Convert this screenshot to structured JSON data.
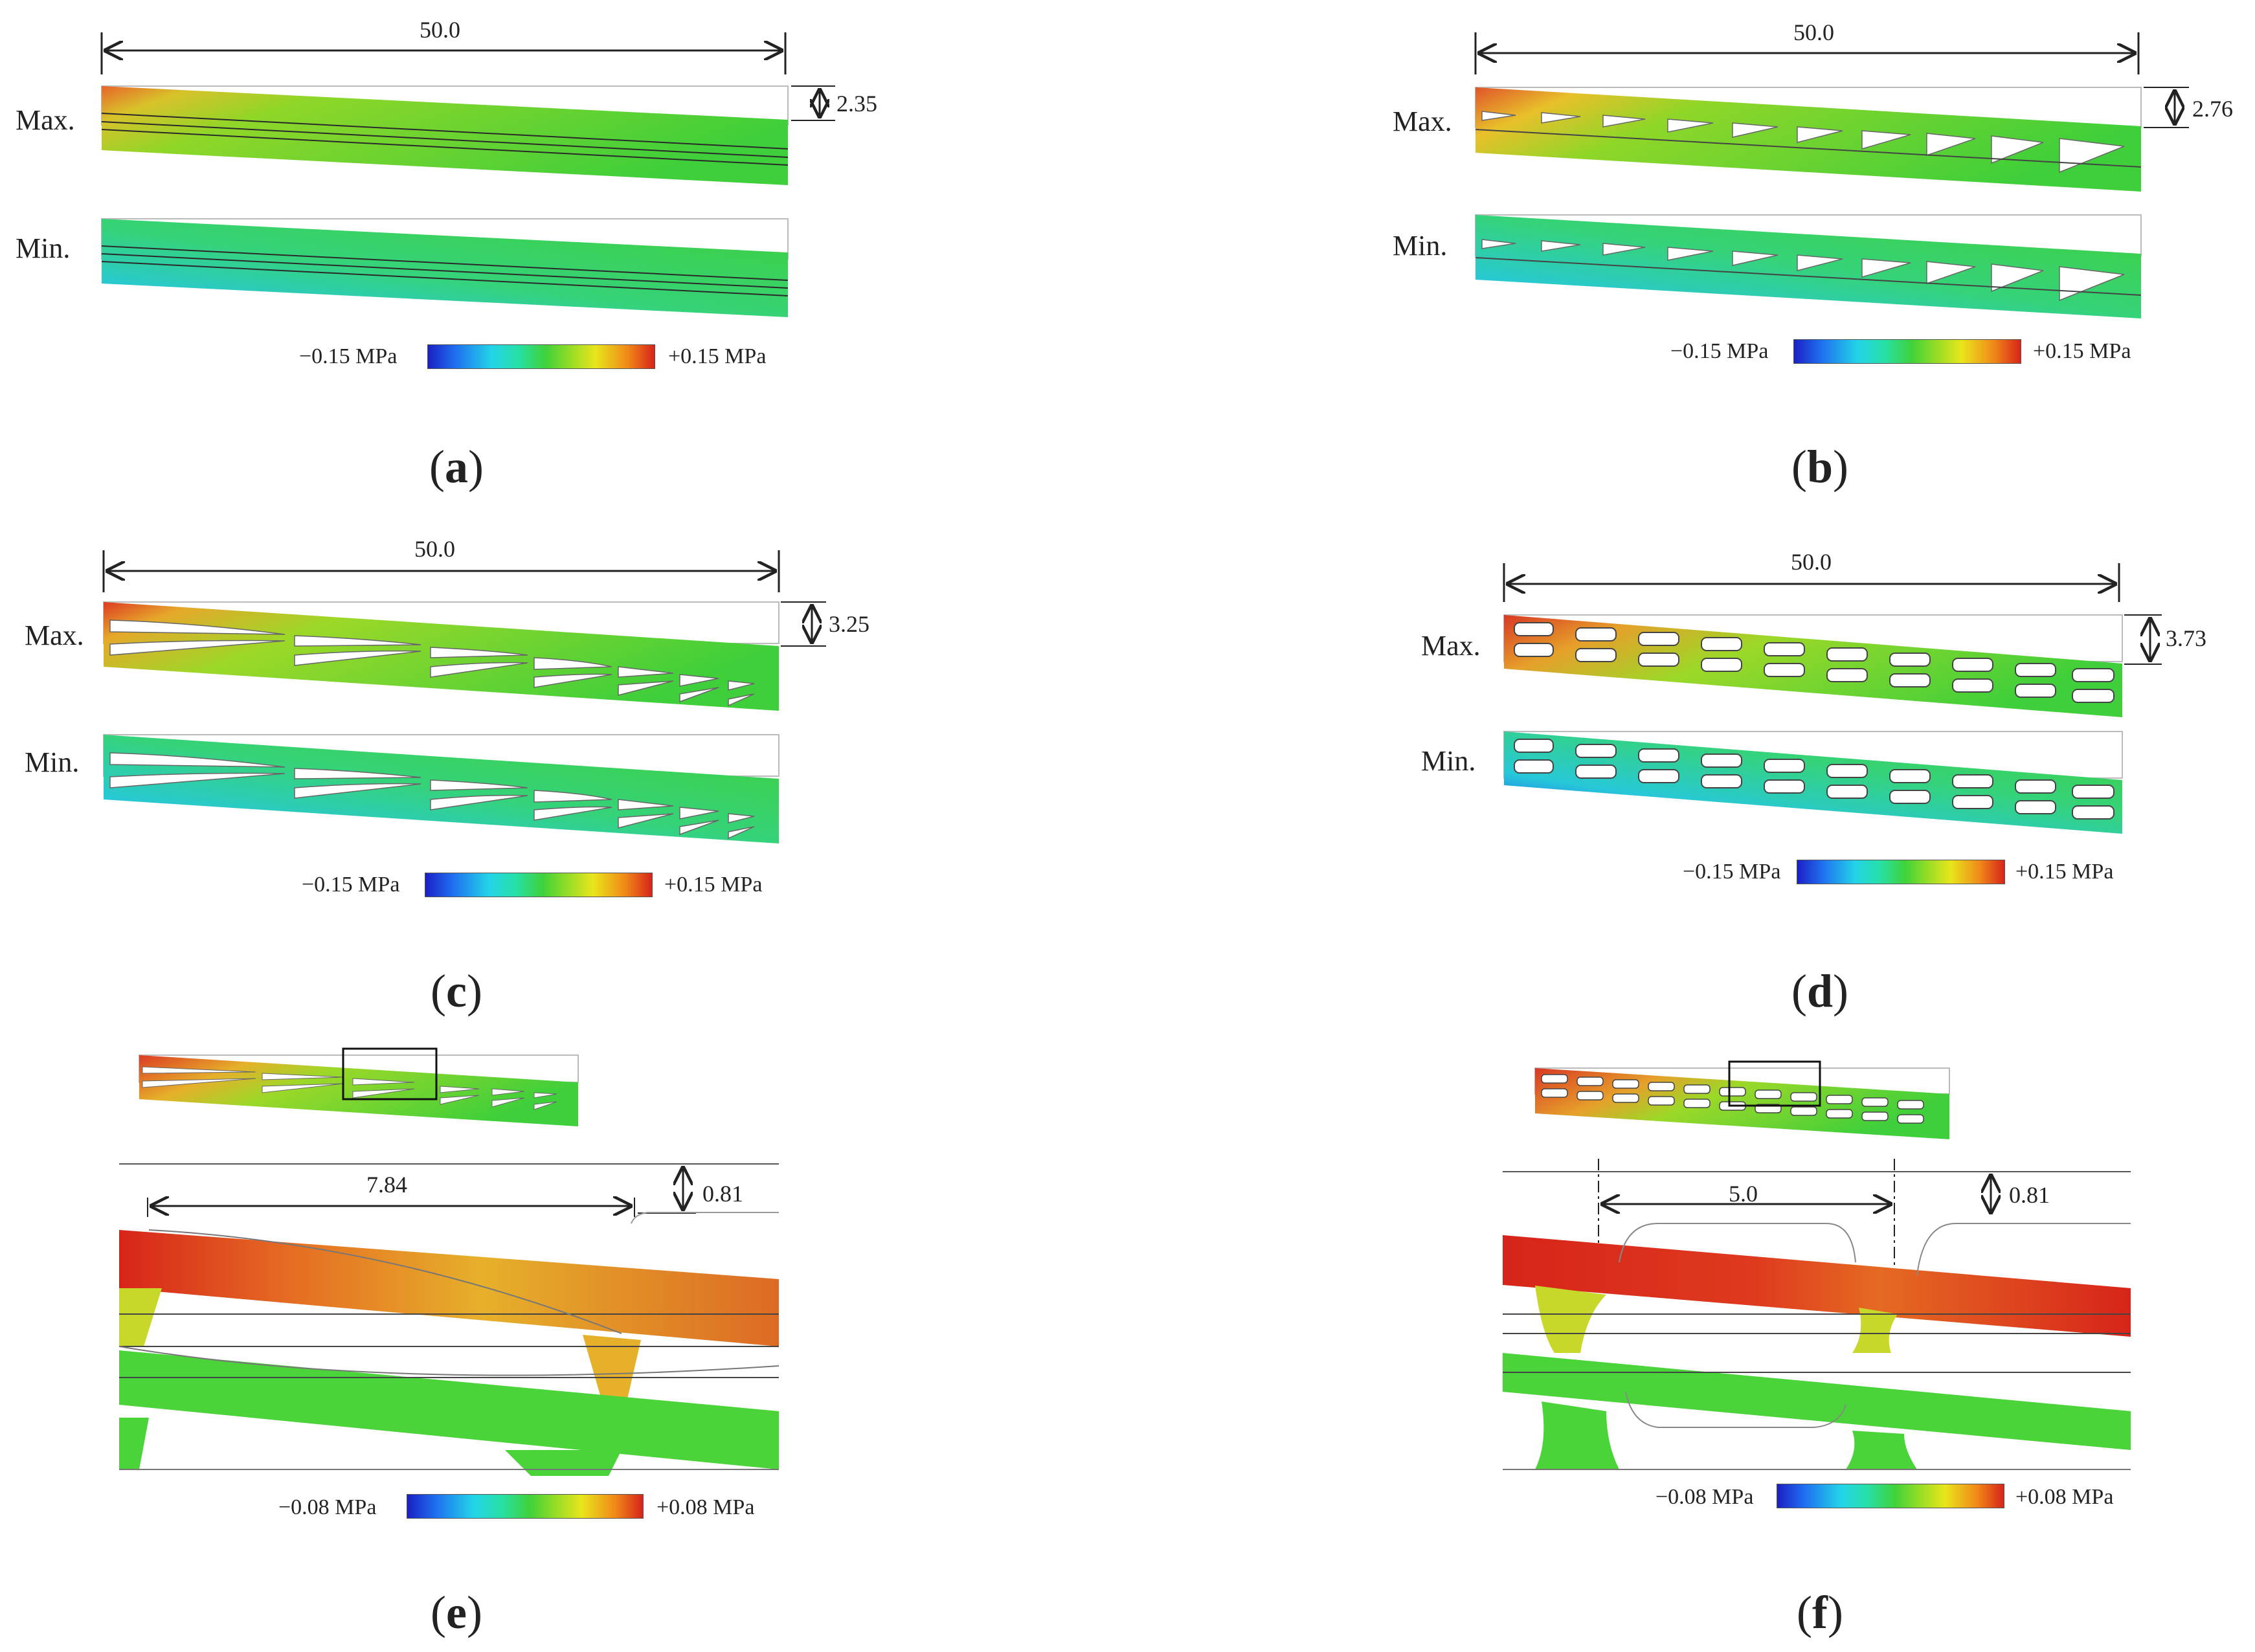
{
  "panels": {
    "a": {
      "caption": "a",
      "span_dimension": "50.0",
      "deflection": "2.35",
      "row_labels": {
        "max": "Max.",
        "min": "Min."
      },
      "scale": {
        "min_label": "−0.15 MPa",
        "max_label": "+0.15 MPa"
      },
      "infill": "solid"
    },
    "b": {
      "caption": "b",
      "span_dimension": "50.0",
      "deflection": "2.76",
      "row_labels": {
        "max": "Max.",
        "min": "Min."
      },
      "scale": {
        "min_label": "−0.15 MPa",
        "max_label": "+0.15 MPa"
      },
      "infill": "triangular cells"
    },
    "c": {
      "caption": "c",
      "span_dimension": "50.0",
      "deflection": "3.25",
      "row_labels": {
        "max": "Max.",
        "min": "Min."
      },
      "scale": {
        "min_label": "−0.15 MPa",
        "max_label": "+0.15 MPa"
      },
      "infill": "graded lens cells"
    },
    "d": {
      "caption": "d",
      "span_dimension": "50.0",
      "deflection": "3.73",
      "row_labels": {
        "max": "Max.",
        "min": "Min."
      },
      "scale": {
        "min_label": "−0.15 MPa",
        "max_label": "+0.15 MPa"
      },
      "infill": "rounded rectangular cells"
    },
    "e": {
      "caption": "e",
      "cell_length": "7.84",
      "offset": "0.81",
      "scale": {
        "min_label": "−0.08 MPa",
        "max_label": "+0.08 MPa"
      }
    },
    "f": {
      "caption": "f",
      "cell_pitch": "5.0",
      "offset": "0.81",
      "scale": {
        "min_label": "−0.08 MPa",
        "max_label": "+0.08 MPa"
      }
    }
  },
  "colors": {
    "high": "#d7241a",
    "mid": "#3fd23a",
    "low": "#1b1fc4",
    "outline": "#9a9a9a"
  }
}
